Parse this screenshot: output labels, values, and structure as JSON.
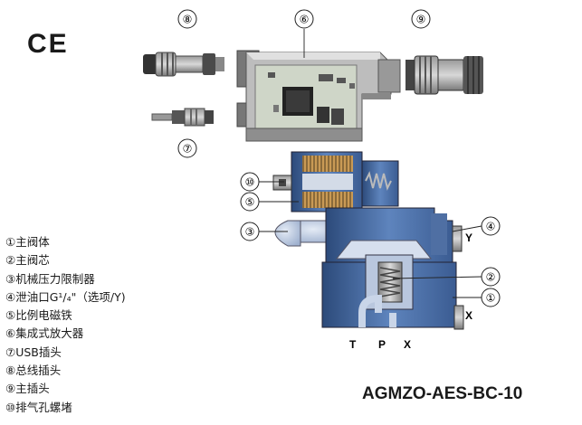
{
  "ce_mark": "CE",
  "legend": [
    {
      "num": "①",
      "label": "主阀体"
    },
    {
      "num": "②",
      "label": "主阀芯"
    },
    {
      "num": "③",
      "label": "机械压力限制器"
    },
    {
      "num": "④",
      "label": "泄油口G¹/₄\"（选项/Y)"
    },
    {
      "num": "⑤",
      "label": "比例电磁铁"
    },
    {
      "num": "⑥",
      "label": "集成式放大器"
    },
    {
      "num": "⑦",
      "label": "USB插头"
    },
    {
      "num": "⑧",
      "label": "总线插头"
    },
    {
      "num": "⑨",
      "label": "主插头"
    },
    {
      "num": "⑩",
      "label": "排气孔螺堵"
    }
  ],
  "callouts": {
    "c1": "①",
    "c2": "②",
    "c3": "③",
    "c4": "④",
    "c5": "⑤",
    "c6": "⑥",
    "c7": "⑦",
    "c8": "⑧",
    "c9": "⑨",
    "c10": "⑩"
  },
  "ports": {
    "y": "Y",
    "x_side": "X",
    "t": "T",
    "p": "P",
    "x_bottom": "X"
  },
  "model": "AGMZO-AES-BC-10"
}
